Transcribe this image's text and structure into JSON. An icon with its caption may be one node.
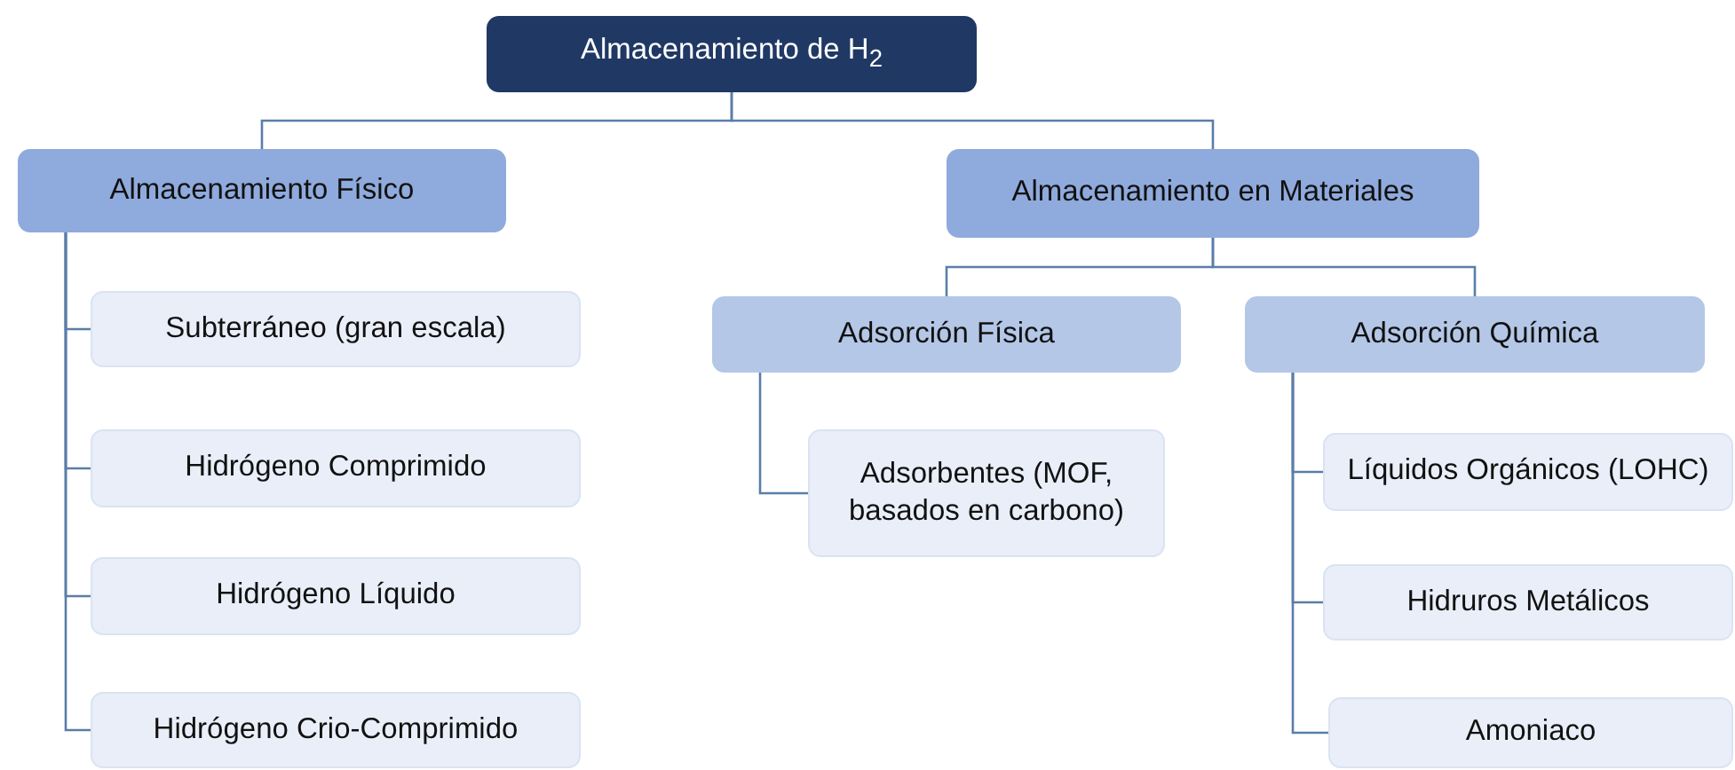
{
  "diagram": {
    "nodes": [
      {
        "text": [
          "Almacenamiento de H$_{2}$"
        ]
      },
      {
        "text": [
          "Almacenamiento Físico"
        ]
      },
      {
        "text": [
          "Almacenamiento en Materiales"
        ]
      },
      {
        "text": [
          "Subterráneo (gran escala)"
        ]
      },
      {
        "text": [
          "Hidrógeno Comprimido"
        ]
      },
      {
        "text": [
          "Hidrógeno Líquido"
        ]
      },
      {
        "text": [
          "Hidrógeno Crio-Comprimido"
        ]
      },
      {
        "text": [
          "Adsorción Física"
        ]
      },
      {
        "text": [
          "Adsorción Química"
        ]
      },
      {
        "text": [
          "Adsorbentes (MOF, basados en carbono)"
        ]
      },
      {
        "text": [
          "Líquidos Orgánicos (LOHC)"
        ]
      },
      {
        "text": [
          "Hidruros Metálicos"
        ]
      },
      {
        "text": [
          "Amoniaco"
        ]
      }
    ],
    "edges": [
      {
        "from": 0,
        "to": 1,
        "arrow": "none"
      },
      {
        "from": 0,
        "to": 2,
        "arrow": "none"
      },
      {
        "from": 1,
        "to": 3,
        "arrow": "none"
      },
      {
        "from": 1,
        "to": 4,
        "arrow": "none"
      },
      {
        "from": 1,
        "to": 5,
        "arrow": "none"
      },
      {
        "from": 1,
        "to": 6,
        "arrow": "none"
      },
      {
        "from": 2,
        "to": 7,
        "arrow": "none"
      },
      {
        "from": 2,
        "to": 8,
        "arrow": "none"
      },
      {
        "from": 7,
        "to": 9,
        "arrow": "none"
      },
      {
        "from": 8,
        "to": 10,
        "arrow": "none"
      },
      {
        "from": 8,
        "to": 11,
        "arrow": "none"
      },
      {
        "from": 8,
        "to": 12,
        "arrow": "none"
      }
    ]
  }
}
